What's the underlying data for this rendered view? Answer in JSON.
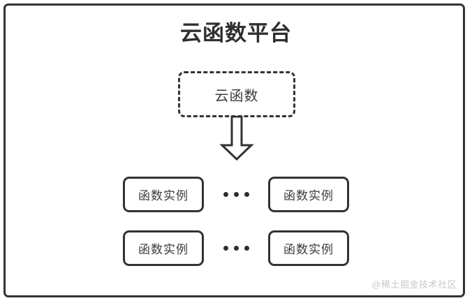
{
  "diagram": {
    "title": "云函数平台",
    "cloud_function": {
      "label": "云函数",
      "border_style": "dashed"
    },
    "arrow": {
      "icon_name": "down-block-arrow",
      "direction": "down"
    },
    "instance_rows": [
      {
        "left": {
          "label": "函数实例"
        },
        "ellipsis": "•••",
        "right": {
          "label": "函数实例"
        }
      },
      {
        "left": {
          "label": "函数实例"
        },
        "ellipsis": "•••",
        "right": {
          "label": "函数实例"
        }
      }
    ],
    "watermark": "@稀土掘金技术社区",
    "colors": {
      "stroke": "#333333",
      "text": "#3a3a3a",
      "title": "#2f2f2f",
      "background": "#ffffff",
      "watermark": "#c9c9c9"
    }
  }
}
